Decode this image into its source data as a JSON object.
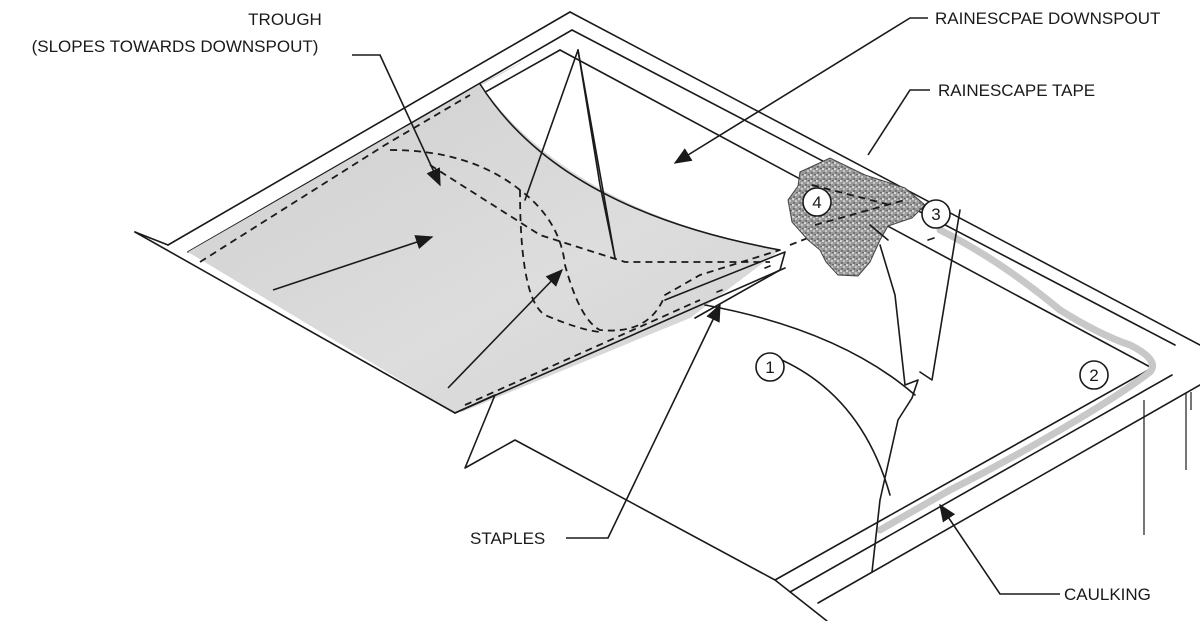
{
  "labels": {
    "trough_line1": "TROUGH",
    "trough_line2": "(SLOPES TOWARDS DOWNSPOUT)",
    "downspout": "RAINESCPAE DOWNSPOUT",
    "tape": "RAINESCAPE TAPE",
    "staples": "STAPLES",
    "caulking": "CAULKING"
  },
  "callouts": {
    "c1": "1",
    "c2": "2",
    "c3": "3",
    "c4": "4"
  },
  "colors": {
    "line": "#1a1a1a",
    "trough_fill": "#d6d6d6",
    "caulk": "#c8c8c8",
    "tape": "#8a8a8a"
  }
}
